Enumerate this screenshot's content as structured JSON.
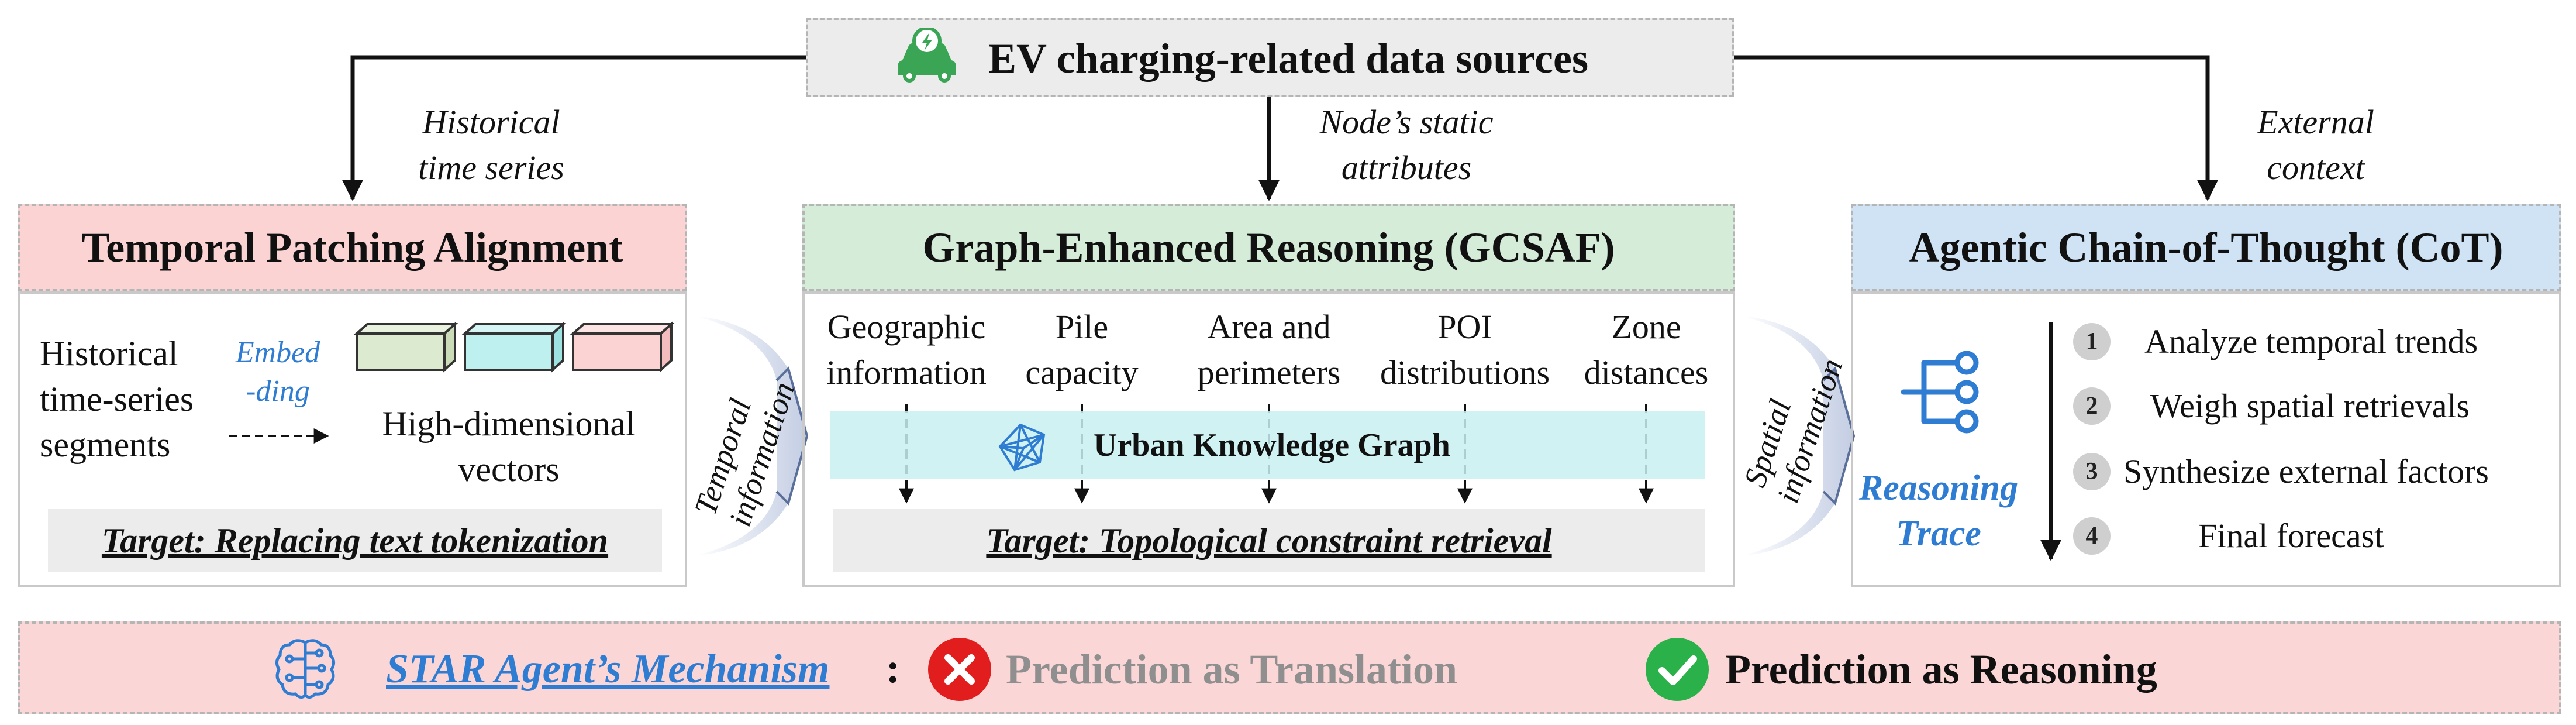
{
  "top_source": {
    "title": "EV charging-related data sources",
    "icon": "ev-car-icon"
  },
  "flow_labels": {
    "left": [
      "Historical",
      "time series"
    ],
    "middle": [
      "Node’s static",
      "attributes"
    ],
    "right": [
      "External",
      "context"
    ]
  },
  "panels": {
    "temporal": {
      "header": "Temporal Patching Alignment",
      "header_color": "#fbd3d3",
      "input_lines": [
        "Historical",
        "time-series",
        "segments"
      ],
      "embed_lines": [
        "Embed",
        "-ding"
      ],
      "output_lines": [
        "High-dimensional",
        "vectors"
      ],
      "target": "Target: Replacing text tokenization"
    },
    "graph": {
      "header": "Graph-Enhanced Reasoning (GCSAF)",
      "header_color": "#d4ecd8",
      "attributes": [
        [
          "Geographic",
          "information"
        ],
        [
          "Pile",
          "capacity"
        ],
        [
          "Area and",
          "perimeters"
        ],
        [
          "POI",
          "distributions"
        ],
        [
          "Zone",
          "distances"
        ]
      ],
      "kg_label": "Urban Knowledge Graph",
      "target": "Target: Topological constraint retrieval"
    },
    "cot": {
      "header": "Agentic Chain-of-Thought (CoT)",
      "header_color": "#cfe3f5",
      "trace_lines": [
        "Reasoning",
        "Trace"
      ],
      "steps": [
        {
          "num": "1",
          "text": "Analyze temporal trends"
        },
        {
          "num": "2",
          "text": "Weigh spatial retrievals"
        },
        {
          "num": "3",
          "text": "Synthesize external factors"
        },
        {
          "num": "4",
          "text": "Final forecast"
        }
      ]
    }
  },
  "connectors": {
    "temporal": [
      "Temporal",
      "information"
    ],
    "spatial": [
      "Spatial",
      "information"
    ]
  },
  "bottom": {
    "mechanism": "STAR Agent’s Mechanism",
    "colon": ":",
    "old": "Prediction as Translation",
    "new": "Prediction as Reasoning",
    "bg_color": "#fbd6d6"
  }
}
